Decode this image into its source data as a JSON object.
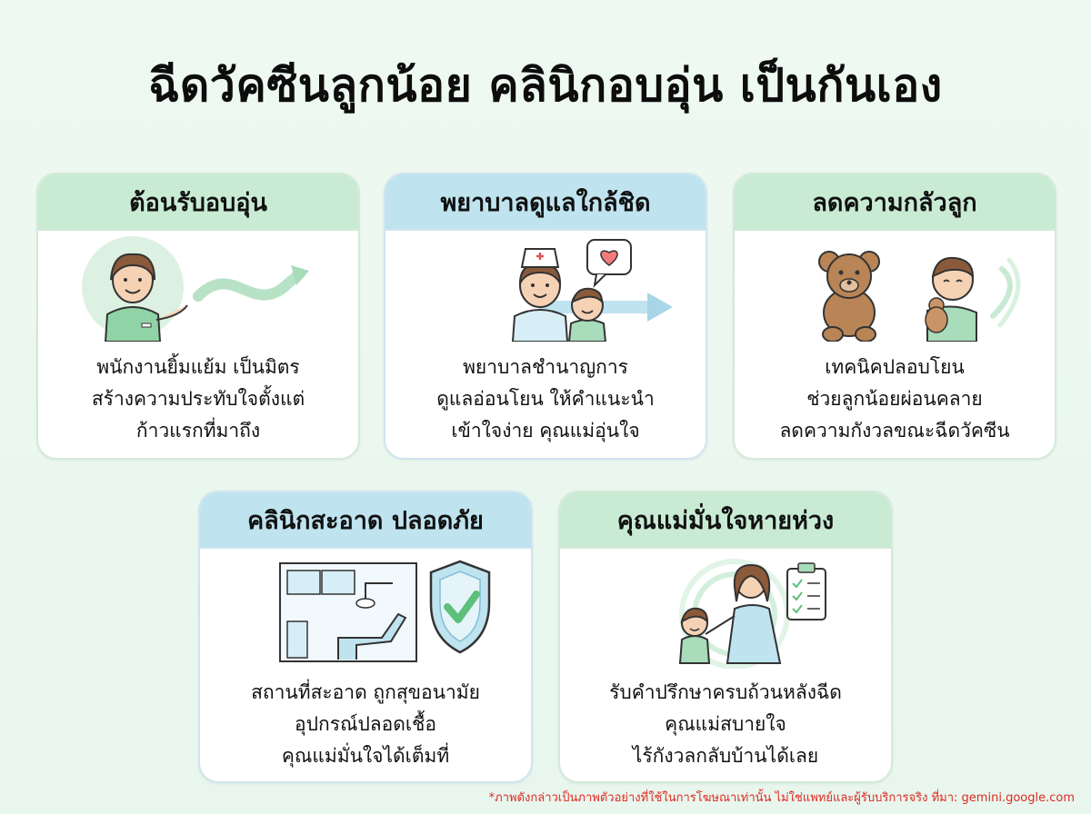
{
  "title": "ฉีดวัคซีนลูกน้อย คลินิกอบอุ่น เป็นกันเอง",
  "cards": [
    {
      "heading": "ต้อนรับอบอุ่น",
      "lines": [
        "พนักงานยิ้มแย้ม เป็นมิตร",
        "สร้างความประทับใจตั้งแต่",
        "ก้าวแรกที่มาถึง"
      ],
      "icon": "smiling-receptionist-icon"
    },
    {
      "heading": "พยาบาลดูแลใกล้ชิด",
      "lines": [
        "พยาบาลชำนาญการ",
        "ดูแลอ่อนโยน ให้คำแนะนำ",
        "เข้าใจง่าย คุณแม่อุ่นใจ"
      ],
      "icon": "nurse-with-child-icon"
    },
    {
      "heading": "ลดความกลัวลูก",
      "lines": [
        "เทคนิคปลอบโยน",
        "ช่วยลูกน้อยผ่อนคลาย",
        "ลดความกังวลขณะฉีดวัคซีน"
      ],
      "icon": "teddy-bear-child-icon"
    },
    {
      "heading": "คลินิกสะอาด ปลอดภัย",
      "lines": [
        "สถานที่สะอาด ถูกสุขอนามัย",
        "อุปกรณ์ปลอดเชื้อ",
        "คุณแม่มั่นใจได้เต็มที่"
      ],
      "icon": "clean-room-shield-icon"
    },
    {
      "heading": "คุณแม่มั่นใจหายห่วง",
      "lines": [
        "รับคำปรึกษาครบถ้วนหลังฉีด",
        "คุณแม่สบายใจ",
        "ไร้กังวลกลับบ้านได้เลย"
      ],
      "icon": "mother-child-checklist-icon"
    }
  ],
  "footnote": "*ภาพดังกล่าวเป็นภาพตัวอย่างที่ใช้ในการโฆษณาเท่านั้น ไม่ใช่แพทย์และผู้รับบริการจริง ที่มา: gemini.google.com",
  "colors": {
    "green_header": "#c9ebd4",
    "blue_header": "#bfe3ef",
    "footnote_red": "#e0291f"
  }
}
